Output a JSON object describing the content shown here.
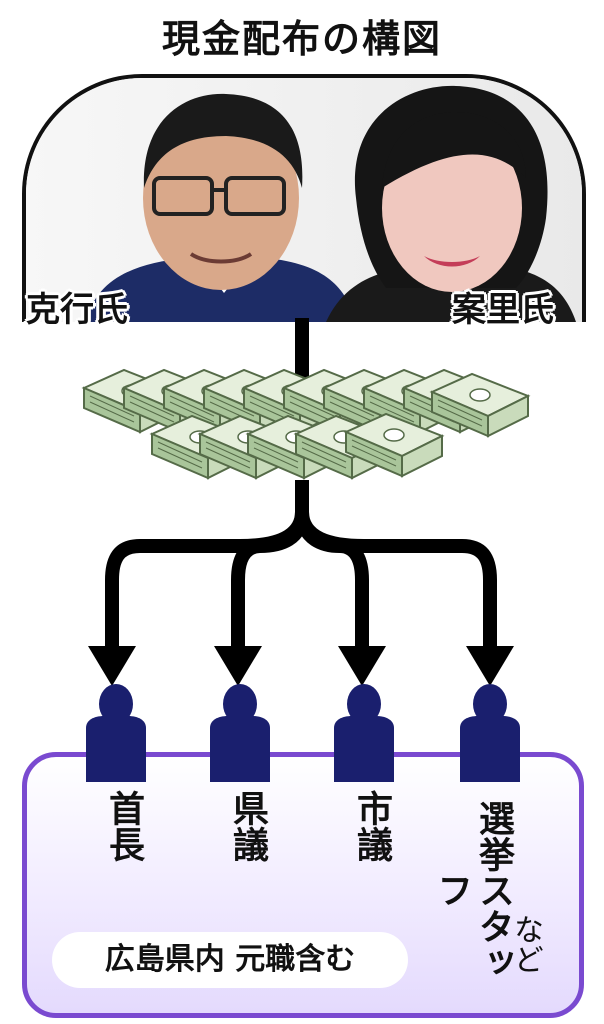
{
  "title": "現金配布の構図",
  "people": [
    {
      "name": "克行氏"
    },
    {
      "name": "案里氏"
    }
  ],
  "recipients": [
    "首長",
    "県議",
    "市議",
    "選挙スタッフ"
  ],
  "recipients_suffix": "など",
  "footer_note": "広島県内 元職含む",
  "colors": {
    "arrow": "#000000",
    "person_icon": "#1a1f6e",
    "group_border": "#7a4ad0",
    "group_fill_bottom": "#e4dafd",
    "money_green": "#cfe3c2"
  },
  "icons": [
    "money-bundle-icon",
    "person-icon",
    "arrow-down-icon"
  ]
}
